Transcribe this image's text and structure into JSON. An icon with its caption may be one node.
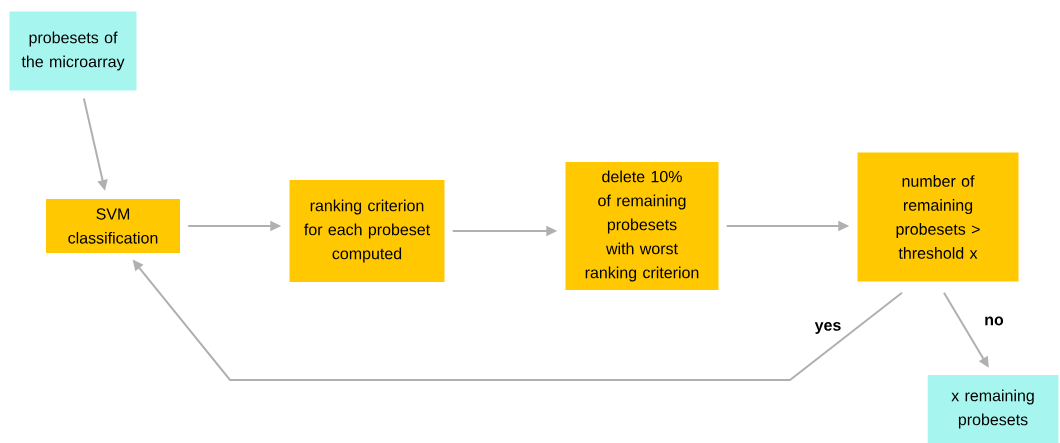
{
  "diagram": {
    "nodes": [
      {
        "text": [
          "probesets of the microarray"
        ]
      },
      {
        "text": [
          "SVM classification"
        ]
      },
      {
        "text": [
          "ranking criterion for each probeset computed"
        ]
      },
      {
        "text": [
          "delete 10% of remaining probesets with worst ranking criterion"
        ]
      },
      {
        "text": [
          "number of remaining probesets > threshold x"
        ]
      },
      {
        "text": [
          "x remaining probesets"
        ]
      }
    ],
    "edges": [
      {
        "from": 0,
        "to": 1,
        "arrow": "to"
      },
      {
        "from": 1,
        "to": 2,
        "arrow": "to"
      },
      {
        "from": 2,
        "to": 3,
        "arrow": "to"
      },
      {
        "from": 3,
        "to": 4,
        "arrow": "to"
      },
      {
        "from": 4,
        "to": 1,
        "arrow": "to",
        "label": "yes"
      },
      {
        "from": 4,
        "to": 5,
        "arrow": "to",
        "label": "no"
      }
    ]
  }
}
